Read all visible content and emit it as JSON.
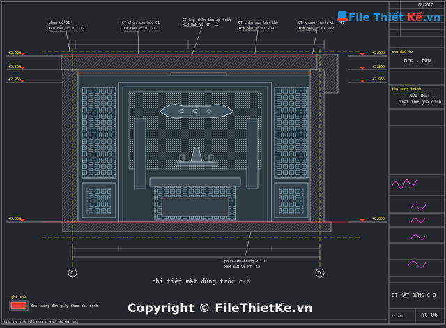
{
  "drawing": {
    "caption": "chi tiết mặt đứng trốc c-b",
    "legend_title": "ghi chú",
    "legend_text": "đơn tường đến giấy theo chỉ định",
    "bottom_note": "Hiện tra kênh kiểm thức tô trần thí thí cong",
    "level_labels": [
      "+3.600",
      "+3.260",
      "+2.965",
      "+0.000"
    ],
    "grid_labels": [
      "c",
      "b"
    ],
    "callouts_top": [
      {
        "title": "phun gỗ-01",
        "ref": "XEM BẢN VẼ NT -12"
      },
      {
        "title": "CT phun sơn bốc 01",
        "ref": "XEM BẢN VẼ NT -12"
      },
      {
        "title": "CT hép chăn lên áp trần",
        "ref": "XEM BẢN VẼ NT -12"
      },
      {
        "title": "CT chín mưa bán thờ",
        "ref": "XEM BẢN VẼ NT -09"
      },
      {
        "title": "CT khung tranh kt - 01",
        "ref": "XEM BẢN VẼ NT -12"
      }
    ],
    "callout_bottom": {
      "title": "phun sơn trắng PT-10",
      "ref": "XEM BẢN VẼ NT -12"
    }
  },
  "title_block": {
    "date": "08/2017",
    "owner_label": "chủ đầu tư",
    "owner_name": "mrs . hữu",
    "project_label": "tên công trình",
    "project_title": "NỘI THẤT",
    "project_sub": "biệt thự gia đình",
    "drawing_name": "CT MẶT ĐỨNG C-B",
    "sheet_label": "ký hiệu",
    "sheet_no": "nt 06"
  },
  "watermark": {
    "text": "Copyright © FileThietKe.vn",
    "logo_blue": "File Thiết",
    "logo_red": "Kế",
    "logo_tld": ".vn"
  },
  "colors": {
    "background": "#24272b",
    "cyan": "#40d0e0",
    "yellow": "#f0e020",
    "red": "#ff4040",
    "magenta": "#e040e0",
    "logo_blue": "#1f8fd6",
    "logo_red": "#e53c2e"
  }
}
